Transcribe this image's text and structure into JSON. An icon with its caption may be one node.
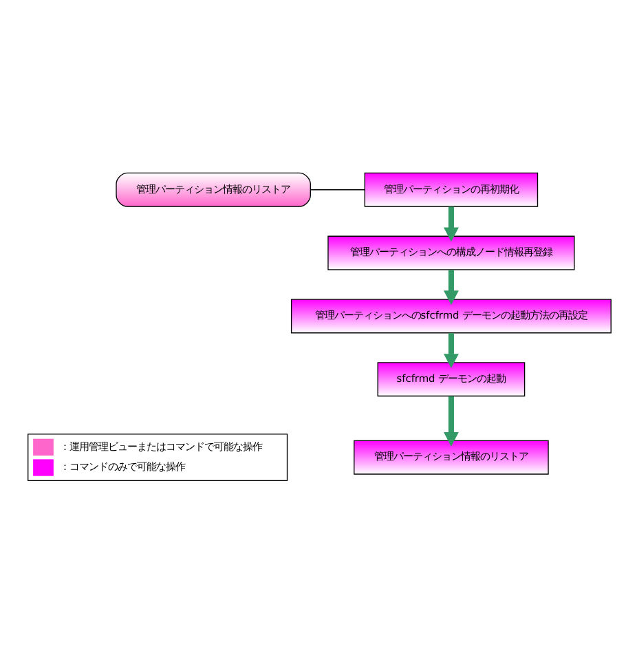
{
  "diagram": {
    "nodes": [
      {
        "text": [
          "管理パーティション情報のリストア"
        ]
      },
      {
        "text": [
          "管理パーティションの再初期化"
        ]
      },
      {
        "text": [
          "管理パーティションへの構成ノード情報再登録"
        ]
      },
      {
        "text": [
          "管理パーティションへのsfcfrmd デーモンの起動方法の再設定"
        ]
      },
      {
        "text": [
          "sfcfrmd デーモンの起動"
        ]
      },
      {
        "text": [
          "管理パーティション情報のリストア"
        ]
      }
    ],
    "edges": [
      {
        "from": 0,
        "to": 1,
        "arrow": "none",
        "color": "#000000"
      },
      {
        "from": 1,
        "to": 2,
        "arrow": "to"
      },
      {
        "from": 2,
        "to": 3,
        "arrow": "to"
      },
      {
        "from": 3,
        "to": 4,
        "arrow": "to"
      },
      {
        "from": 4,
        "to": 5,
        "arrow": "to"
      }
    ],
    "legend": [
      {
        "text": "：運用管理ビューまたはコマンドで可能な操作",
        "color": "#ff66cc"
      },
      {
        "text": "：コマンドのみで可能な操作",
        "color": "#ff00ff"
      }
    ]
  }
}
